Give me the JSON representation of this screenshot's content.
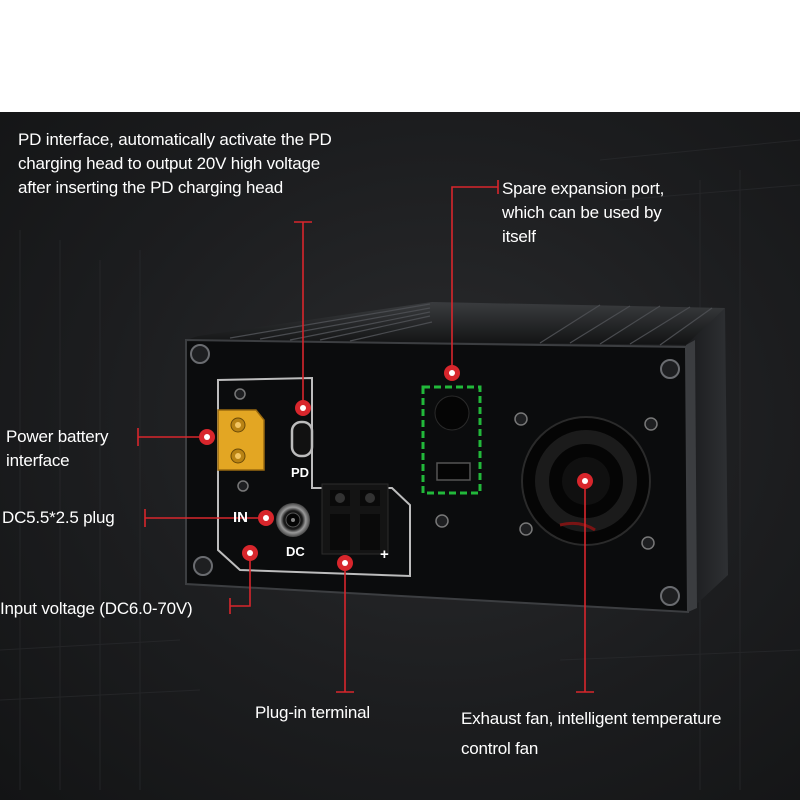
{
  "colors": {
    "accent": "#d8262c",
    "highlight_box": "#22b83a",
    "xt60_connector": "#e3a623",
    "background": "#1c1d1f",
    "case": "#0b0c0d"
  },
  "panel": {
    "pd_label": "PD",
    "in_label": "IN",
    "dc_label": "DC",
    "plus_label": "+"
  },
  "callouts": {
    "pd_interface": {
      "lines": [
        "PD interface, automatically activate the PD",
        "charging head to output 20V high voltage",
        "after inserting the PD charging head"
      ]
    },
    "spare_port": {
      "lines": [
        "Spare expansion port,",
        "which can be used by",
        "itself"
      ]
    },
    "power_battery": {
      "lines": [
        "Power battery",
        "interface"
      ]
    },
    "dc_plug": {
      "lines": [
        "DC5.5*2.5 plug"
      ]
    },
    "input_voltage": {
      "lines": [
        "Input voltage (DC6.0-70V)"
      ]
    },
    "plugin_terminal": {
      "lines": [
        "Plug-in terminal"
      ]
    },
    "exhaust_fan": {
      "lines": [
        "Exhaust fan, intelligent temperature",
        "control fan"
      ]
    }
  }
}
